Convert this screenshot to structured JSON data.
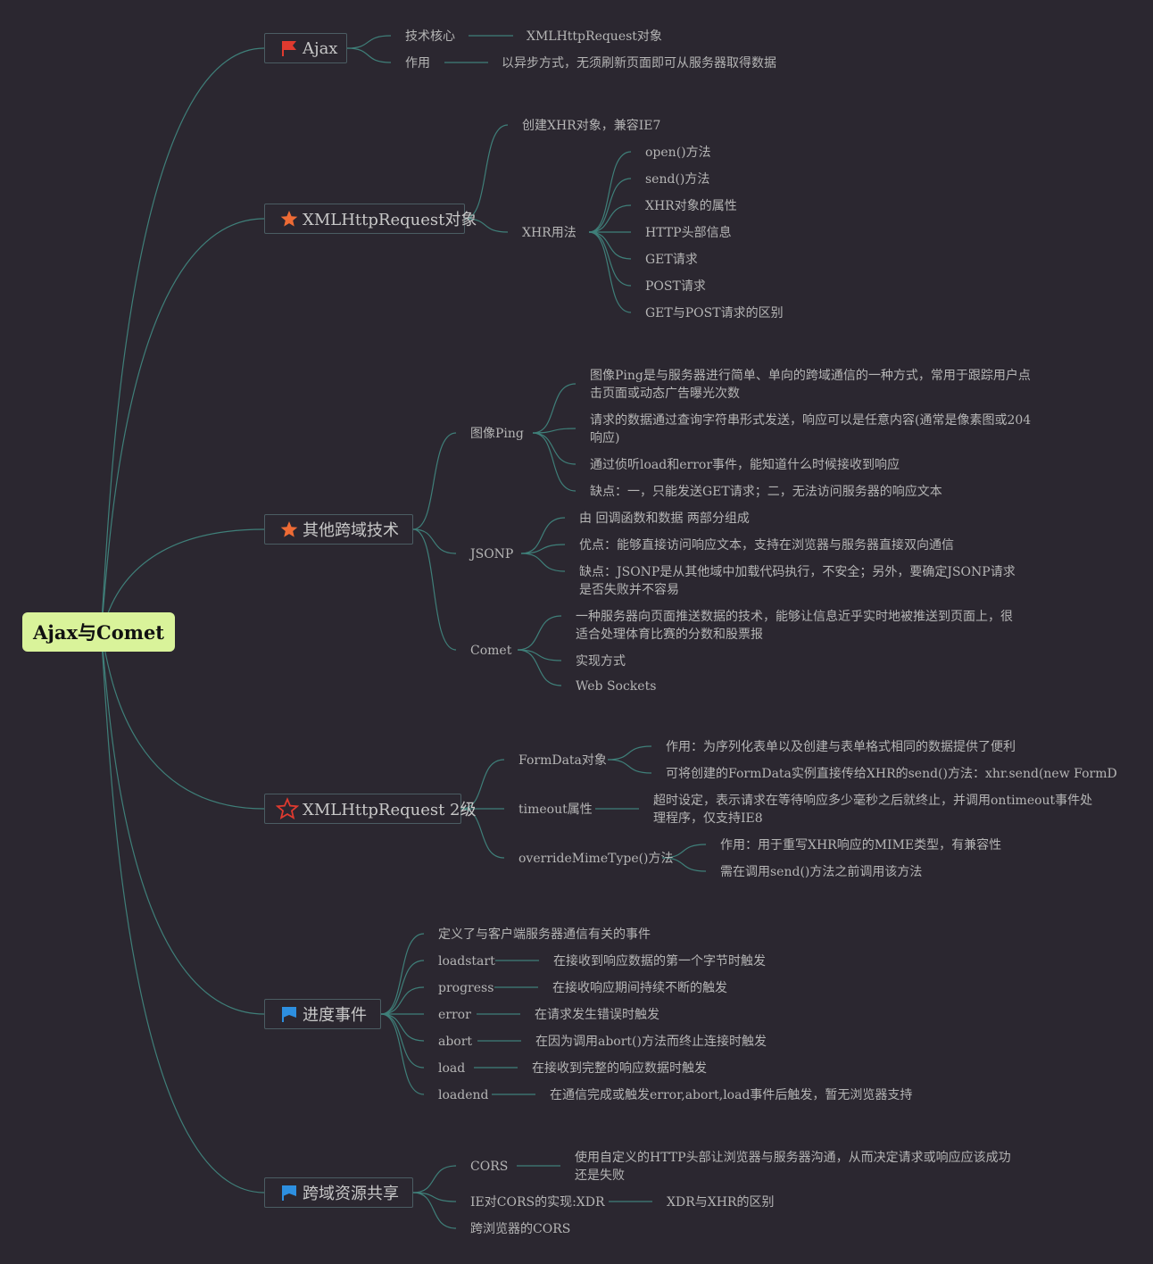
{
  "root": {
    "label": "Ajax与Comet"
  },
  "ajax": {
    "title": "Ajax",
    "icon": "red-flag-icon",
    "core_label": "技术核心",
    "core_value": "XMLHttpRequest对象",
    "use_label": "作用",
    "use_value": "以异步方式，无须刷新页面即可从服务器取得数据"
  },
  "xhr": {
    "title": "XMLHttpRequest对象",
    "icon": "orange-star-icon",
    "create": "创建XHR对象，兼容IE7",
    "usage_label": "XHR用法",
    "usage_items": [
      "open()方法",
      "send()方法",
      "XHR对象的属性",
      "HTTP头部信息",
      "GET请求",
      "POST请求",
      "GET与POST请求的区别"
    ]
  },
  "cross": {
    "title": "其他跨域技术",
    "icon": "orange-star-icon",
    "ping_label": "图像Ping",
    "ping_items": [
      "图像Ping是与服务器进行简单、单向的跨域通信的一种方式，常用于跟踪用户点击页面或动态广告曝光次数",
      "请求的数据通过查询字符串形式发送，响应可以是任意内容(通常是像素图或204响应)",
      "通过侦听load和error事件，能知道什么时候接收到响应",
      "缺点：一，只能发送GET请求；二，无法访问服务器的响应文本"
    ],
    "jsonp_label": "JSONP",
    "jsonp_items": [
      "由 回调函数和数据 两部分组成",
      "优点：能够直接访问响应文本，支持在浏览器与服务器直接双向通信",
      "缺点：JSONP是从其他域中加载代码执行，不安全；另外，要确定JSONP请求是否失败并不容易"
    ],
    "comet_label": "Comet",
    "comet_items": [
      "一种服务器向页面推送数据的技术，能够让信息近乎实时地被推送到页面上，很适合处理体育比赛的分数和股票报",
      "实现方式",
      "Web Sockets"
    ]
  },
  "xhr2": {
    "title": "XMLHttpRequest 2级",
    "icon": "red-star-outline-icon",
    "formdata_label": "FormData对象",
    "formdata_items": [
      "作用：为序列化表单以及创建与表单格式相同的数据提供了便利",
      "可将创建的FormData实例直接传给XHR的send()方法：xhr.send(new FormD"
    ],
    "timeout_label": "timeout属性",
    "timeout_value": "超时设定，表示请求在等待响应多少毫秒之后就终止，并调用ontimeout事件处理程序，仅支持IE8",
    "override_label": "overrideMimeType()方法",
    "override_items": [
      "作用：用于重写XHR响应的MIME类型，有兼容性",
      "需在调用send()方法之前调用该方法"
    ]
  },
  "progress": {
    "title": "进度事件",
    "icon": "blue-flag-icon",
    "intro": "定义了与客户端服务器通信有关的事件",
    "events": [
      {
        "name": "loadstart",
        "desc": "在接收到响应数据的第一个字节时触发"
      },
      {
        "name": "progress",
        "desc": "在接收响应期间持续不断的触发"
      },
      {
        "name": "error",
        "desc": "在请求发生错误时触发"
      },
      {
        "name": "abort",
        "desc": "在因为调用abort()方法而终止连接时触发"
      },
      {
        "name": "load",
        "desc": "在接收到完整的响应数据时触发"
      },
      {
        "name": "loadend",
        "desc": "在通信完成或触发error,abort,load事件后触发，暂无浏览器支持"
      }
    ]
  },
  "cors": {
    "title": "跨域资源共享",
    "icon": "blue-flag-icon",
    "cors_label": "CORS",
    "cors_value": "使用自定义的HTTP头部让浏览器与服务器沟通，从而决定请求或响应应该成功还是失败",
    "ie_label": "IE对CORS的实现:XDR",
    "ie_value": "XDR与XHR的区别",
    "browser_label": "跨浏览器的CORS"
  },
  "colors": {
    "background": "#2b2730",
    "root_fill": "#d9f39a",
    "edge": "#3f7f79",
    "topic_border": "#4b5d63",
    "text": "#b5b5b5"
  }
}
